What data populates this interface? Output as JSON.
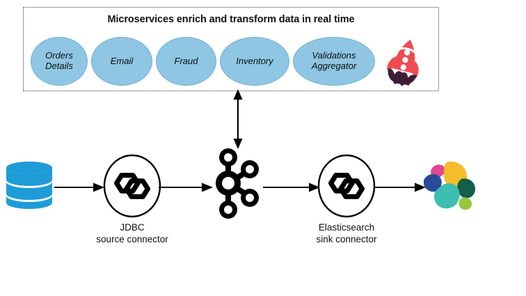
{
  "diagram": {
    "title": "Microservices enrich and transform data in real time",
    "panel": {
      "label": "microservices-panel",
      "services": [
        {
          "lines": [
            "Orders",
            "Details"
          ]
        },
        {
          "lines": [
            "Email"
          ]
        },
        {
          "lines": [
            "Fraud"
          ]
        },
        {
          "lines": [
            "Inventory"
          ]
        },
        {
          "lines": [
            "Validations",
            "Aggregator"
          ]
        }
      ],
      "rocket_icon": "rocket-icon"
    },
    "pipeline": {
      "source": {
        "icon": "database-icon"
      },
      "source_connector": {
        "icon": "kafka-connect-icon",
        "caption_lines": [
          "JDBC",
          "source connector"
        ]
      },
      "broker": {
        "icon": "kafka-icon"
      },
      "sink_connector": {
        "icon": "kafka-connect-icon",
        "caption_lines": [
          "Elasticsearch",
          "sink connector"
        ]
      },
      "destination": {
        "icon": "elasticsearch-icon"
      },
      "arrows": [
        {
          "name": "arrow-db-to-jdbc",
          "direction": "right"
        },
        {
          "name": "arrow-jdbc-to-kafka",
          "direction": "right"
        },
        {
          "name": "arrow-kafka-to-es",
          "direction": "right"
        },
        {
          "name": "arrow-es-to-elastic",
          "direction": "right"
        },
        {
          "name": "kafka-microservices-link",
          "direction": "bidirectional-vertical"
        }
      ]
    },
    "colors": {
      "service_fill": "#8ec6e3",
      "service_stroke": "#6fb2d4",
      "database_blue": "#1e9cd7",
      "stroke_black": "#000000",
      "panel_border": "#3a3a3a",
      "rocket_red": "#ef4b52",
      "rocket_dark": "#3d1f35",
      "es_yellow": "#f5bd2a",
      "es_teal": "#3cbeb1",
      "es_pink": "#e0488b",
      "es_blue": "#2b4a9b",
      "es_darkgreen": "#125f4a",
      "es_lightgreen": "#93c83e"
    }
  }
}
